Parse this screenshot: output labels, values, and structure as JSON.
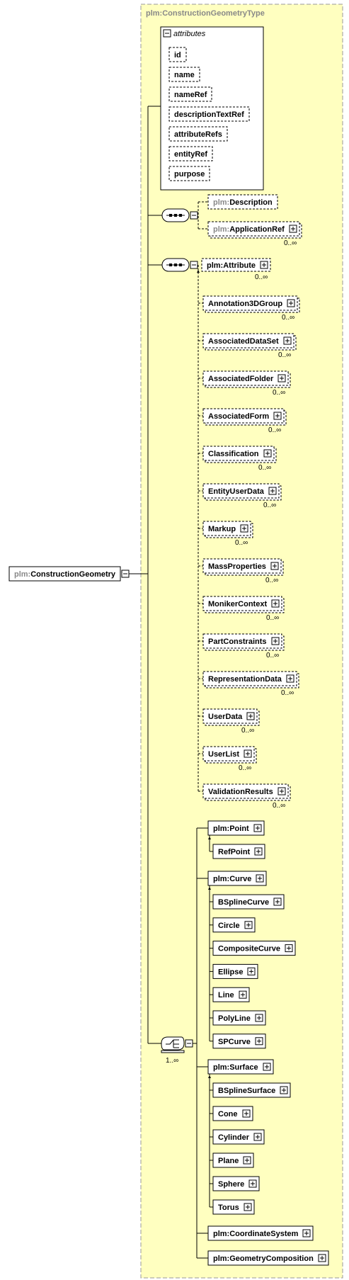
{
  "diagram": {
    "type_title": "plm:ConstructionGeometryType",
    "root": {
      "prefix": "plm:",
      "name": "ConstructionGeometry"
    },
    "attributes_title": "attributes",
    "attributes": [
      "id",
      "name",
      "nameRef",
      "descriptionTextRef",
      "attributeRefs",
      "entityRef",
      "purpose"
    ],
    "seq1": [
      {
        "prefix": "plm:",
        "name": "Description",
        "occurs": ""
      },
      {
        "prefix": "plm:",
        "name": "ApplicationRef",
        "occurs": "0..∞"
      }
    ],
    "seq2_head": {
      "prefix": "",
      "name": "plm:Attribute",
      "occurs": "0..∞"
    },
    "seq2": [
      {
        "name": "Annotation3DGroup",
        "occurs": "0..∞"
      },
      {
        "name": "AssociatedDataSet",
        "occurs": "0..∞"
      },
      {
        "name": "AssociatedFolder",
        "occurs": "0..∞"
      },
      {
        "name": "AssociatedForm",
        "occurs": "0..∞"
      },
      {
        "name": "Classification",
        "occurs": "0..∞"
      },
      {
        "name": "EntityUserData",
        "occurs": "0..∞"
      },
      {
        "name": "Markup",
        "occurs": "0..∞"
      },
      {
        "name": "MassProperties",
        "occurs": "0..∞"
      },
      {
        "name": "MonikerContext",
        "occurs": "0..∞"
      },
      {
        "name": "PartConstraints",
        "occurs": "0..∞"
      },
      {
        "name": "RepresentationData",
        "occurs": "0..∞"
      },
      {
        "name": "UserData",
        "occurs": "0..∞"
      },
      {
        "name": "UserList",
        "occurs": "0..∞"
      },
      {
        "name": "ValidationResults",
        "occurs": "0..∞"
      }
    ],
    "choice_occurs": "1..∞",
    "choice": [
      {
        "name": "plm:Point",
        "subs": [
          "RefPoint"
        ]
      },
      {
        "name": "plm:Curve",
        "subs": [
          "BSplineCurve",
          "Circle",
          "CompositeCurve",
          "Ellipse",
          "Line",
          "PolyLine",
          "SPCurve"
        ]
      },
      {
        "name": "plm:Surface",
        "subs": [
          "BSplineSurface",
          "Cone",
          "Cylinder",
          "Plane",
          "Sphere",
          "Torus"
        ]
      },
      {
        "name": "plm:CoordinateSystem",
        "subs": []
      },
      {
        "name": "plm:GeometryComposition",
        "subs": []
      }
    ],
    "colors": {
      "type_bg": "#ffffc0",
      "type_border": "#999999",
      "box_border": "#000000",
      "dashed_grey": "#777777"
    }
  }
}
